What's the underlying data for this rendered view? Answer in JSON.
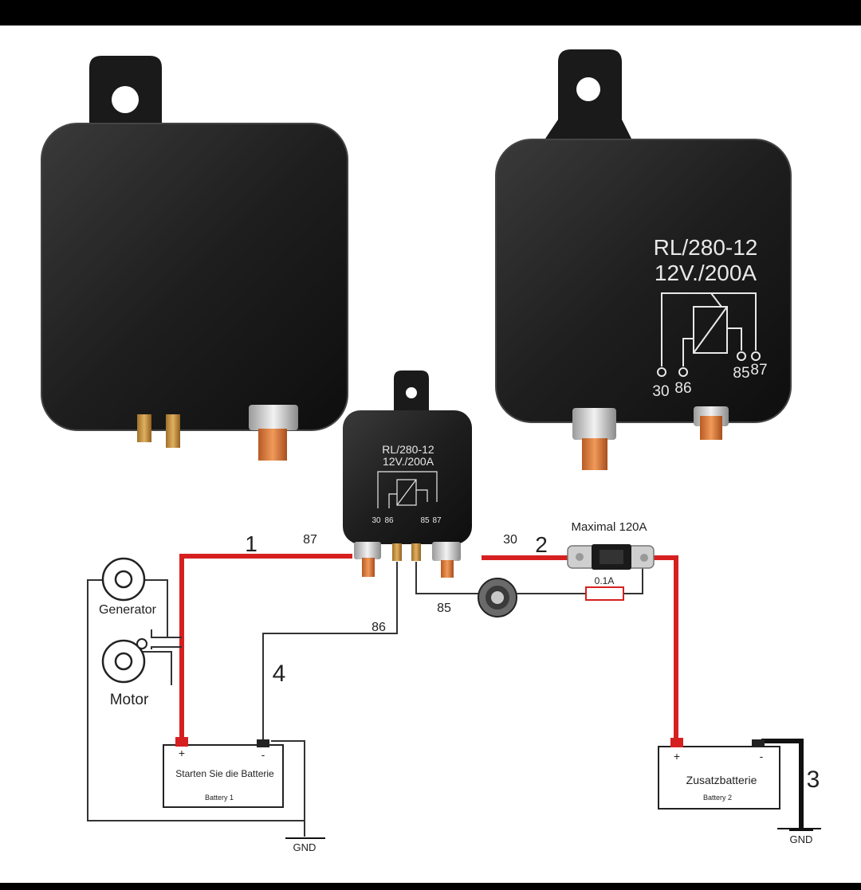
{
  "relay": {
    "model": "RL/280-12",
    "rating": "12V./200A",
    "pins": [
      "30",
      "86",
      "85",
      "87"
    ]
  },
  "wiring": {
    "wire1": "1",
    "wire2": "2",
    "wire3": "3",
    "wire4": "4",
    "pin87": "87",
    "pin30": "30",
    "pin86": "86",
    "pin85": "85",
    "fuse_main": "Maximal 120A",
    "fuse_small": "0.1A"
  },
  "components": {
    "generator": "Generator",
    "motor": "Motor",
    "battery1_title": "Starten Sie die Batterie",
    "battery1_sub": "Battery 1",
    "battery2_title": "Zusatzbatterie",
    "battery2_sub": "Battery 2",
    "plus": "+",
    "minus": "-",
    "gnd": "GND"
  },
  "colors": {
    "power_wire": "#d62020",
    "signal_wire": "#333333",
    "relay_body": "#1c1c1c",
    "terminal": "#d9773a"
  }
}
